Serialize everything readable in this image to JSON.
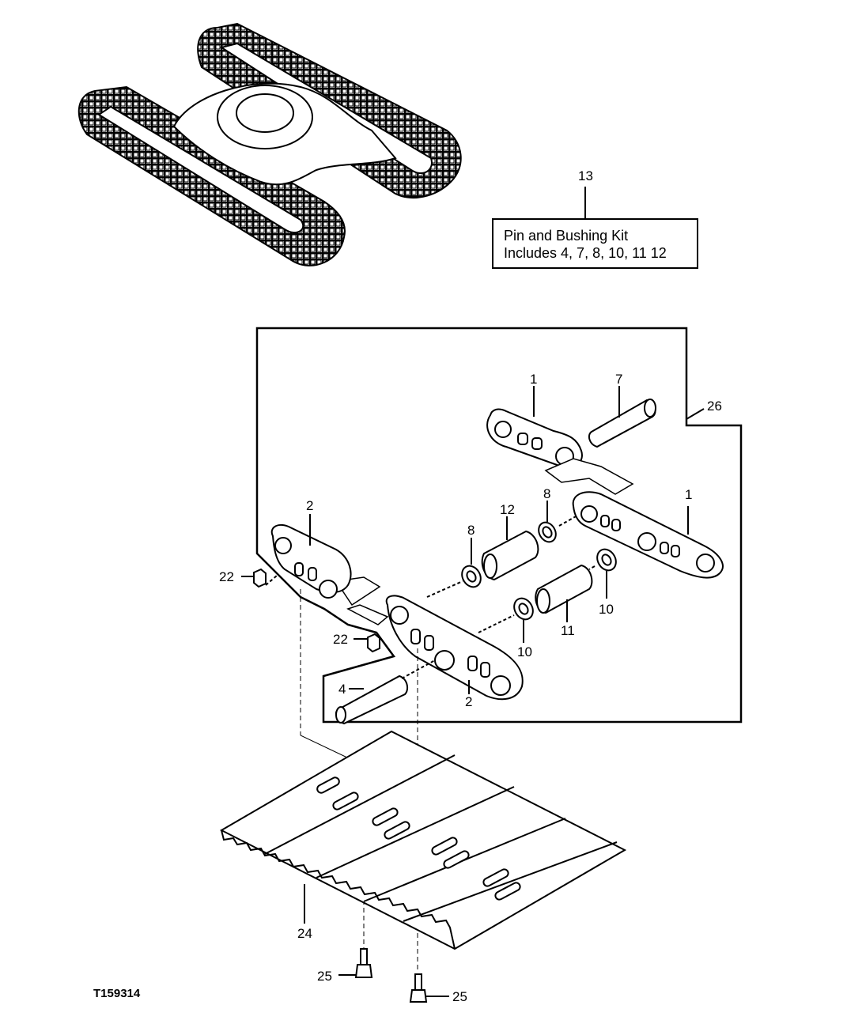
{
  "kit": {
    "callout": "13",
    "line1": "Pin and Bushing Kit",
    "line2": "Includes 4, 7, 8, 10, 11 12"
  },
  "callouts": {
    "c1_top": "1",
    "c7": "7",
    "c26": "26",
    "c2_left": "2",
    "c12": "12",
    "c8_upper": "8",
    "c1_right": "1",
    "c8_lower": "8",
    "c22_upper": "22",
    "c10_right": "10",
    "c11": "11",
    "c22_lower": "22",
    "c10_lower": "10",
    "c4": "4",
    "c2_bottom": "2",
    "c24": "24",
    "c25_left": "25",
    "c25_right": "25"
  },
  "figure_id": "T159314",
  "colors": {
    "ink": "#000000",
    "paper": "#ffffff",
    "track_fill": "#b8b8b8"
  }
}
